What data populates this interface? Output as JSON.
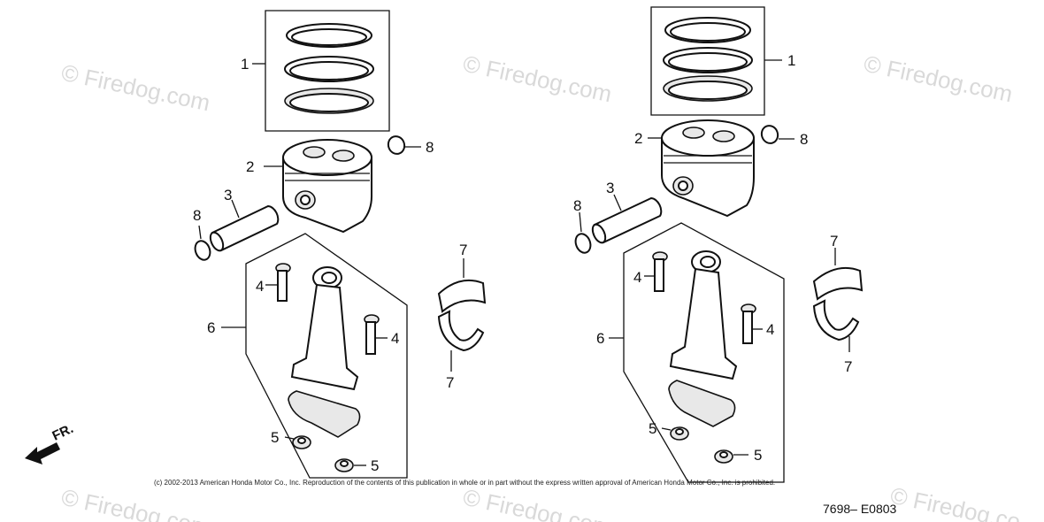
{
  "watermark": {
    "text": "© Firedog.com",
    "corner_text": "© Firedog.co"
  },
  "copyright": "(c) 2002-2013 American Honda Motor Co., Inc. Reproduction of the contents of this publication in whole or in part without the express written approval of American Honda Motor Co., Inc. is prohibited.",
  "diagram_code": "7698– E0803",
  "direction_label": "FR.",
  "left": {
    "ring_set": "1",
    "piston": "2",
    "piston_pin": "3",
    "pin_clip_a": "8",
    "pin_clip_b": "8",
    "conrod_assembly": "6",
    "rod_bolt_a": "4",
    "rod_bolt_b": "4",
    "nut_a": "5",
    "nut_b": "5",
    "bearing_upper": "7",
    "bearing_lower": "7"
  },
  "right": {
    "ring_set": "1",
    "piston": "2",
    "piston_pin": "3",
    "pin_clip_a": "8",
    "pin_clip_b": "8",
    "conrod_assembly": "6",
    "rod_bolt_a": "4",
    "rod_bolt_b": "4",
    "nut_a": "5",
    "nut_b": "5",
    "bearing_upper": "7",
    "bearing_lower": "7"
  }
}
